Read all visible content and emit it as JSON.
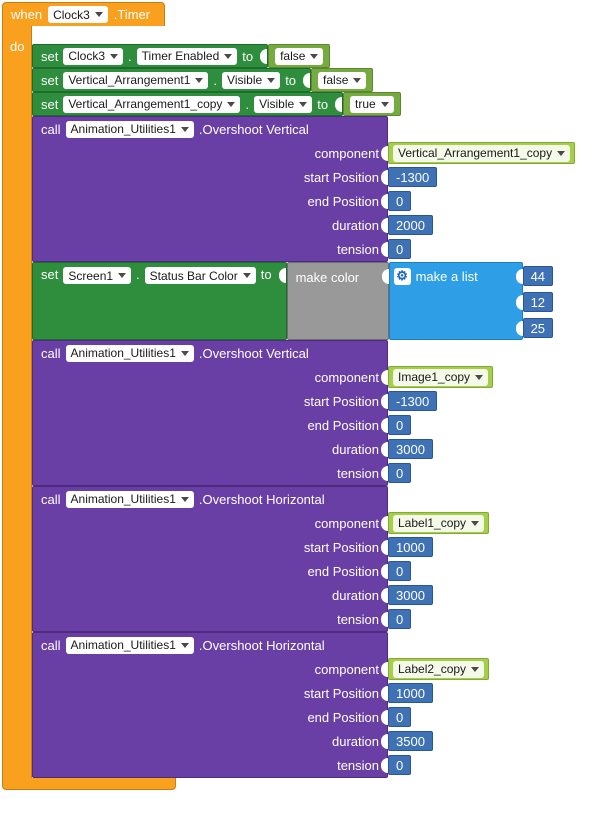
{
  "palette": {
    "event_orange": "#F9A11E",
    "setter_green": "#2F8E3E",
    "logic_green": "#77AB41",
    "component_green": "#A5CF47",
    "procedure_purple": "#6A3FA5",
    "math_blue": "#3F71B5",
    "list_blue": "#2E9FE6",
    "color_gray": "#999999"
  },
  "icons": {
    "gear": "⚙",
    "dropdown_arrow": "▾"
  },
  "when": {
    "keyword": "when",
    "component": "Clock3",
    "event": ".Timer",
    "do_label": "do"
  },
  "sets": [
    {
      "keyword": "set",
      "component": "Clock3",
      "dot": ".",
      "property": "Timer Enabled",
      "to": "to",
      "value": "false"
    },
    {
      "keyword": "set",
      "component": "Vertical_Arrangement1",
      "dot": ".",
      "property": "Visible",
      "to": "to",
      "value": "false"
    },
    {
      "keyword": "set",
      "component": "Vertical_Arrangement1_copy",
      "dot": ".",
      "property": "Visible",
      "to": "to",
      "value": "true"
    }
  ],
  "calls": [
    {
      "keyword": "call",
      "component": "Animation_Utilities1",
      "method": ".Overshoot Vertical",
      "labels": {
        "component": "component",
        "start": "start Position",
        "end": "end Position",
        "duration": "duration",
        "tension": "tension"
      },
      "values": {
        "component": "Vertical_Arrangement1_copy",
        "start": "-1300",
        "end": "0",
        "duration": "2000",
        "tension": "0"
      }
    },
    {
      "keyword": "call",
      "component": "Animation_Utilities1",
      "method": ".Overshoot Vertical",
      "labels": {
        "component": "component",
        "start": "start Position",
        "end": "end Position",
        "duration": "duration",
        "tension": "tension"
      },
      "values": {
        "component": "Image1_copy",
        "start": "-1300",
        "end": "0",
        "duration": "3000",
        "tension": "0"
      }
    },
    {
      "keyword": "call",
      "component": "Animation_Utilities1",
      "method": ".Overshoot Horizontal",
      "labels": {
        "component": "component",
        "start": "start Position",
        "end": "end Position",
        "duration": "duration",
        "tension": "tension"
      },
      "values": {
        "component": "Label1_copy",
        "start": "1000",
        "end": "0",
        "duration": "3000",
        "tension": "0"
      }
    },
    {
      "keyword": "call",
      "component": "Animation_Utilities1",
      "method": ".Overshoot Horizontal",
      "labels": {
        "component": "component",
        "start": "start Position",
        "end": "end Position",
        "duration": "duration",
        "tension": "tension"
      },
      "values": {
        "component": "Label2_copy",
        "start": "1000",
        "end": "0",
        "duration": "3500",
        "tension": "0"
      }
    }
  ],
  "set_status_bar": {
    "keyword": "set",
    "component": "Screen1",
    "dot": ".",
    "property": "Status Bar Color",
    "to": "to",
    "make_color_label": "make color",
    "make_list_label": "make a list",
    "items": [
      "44",
      "12",
      "25"
    ]
  }
}
